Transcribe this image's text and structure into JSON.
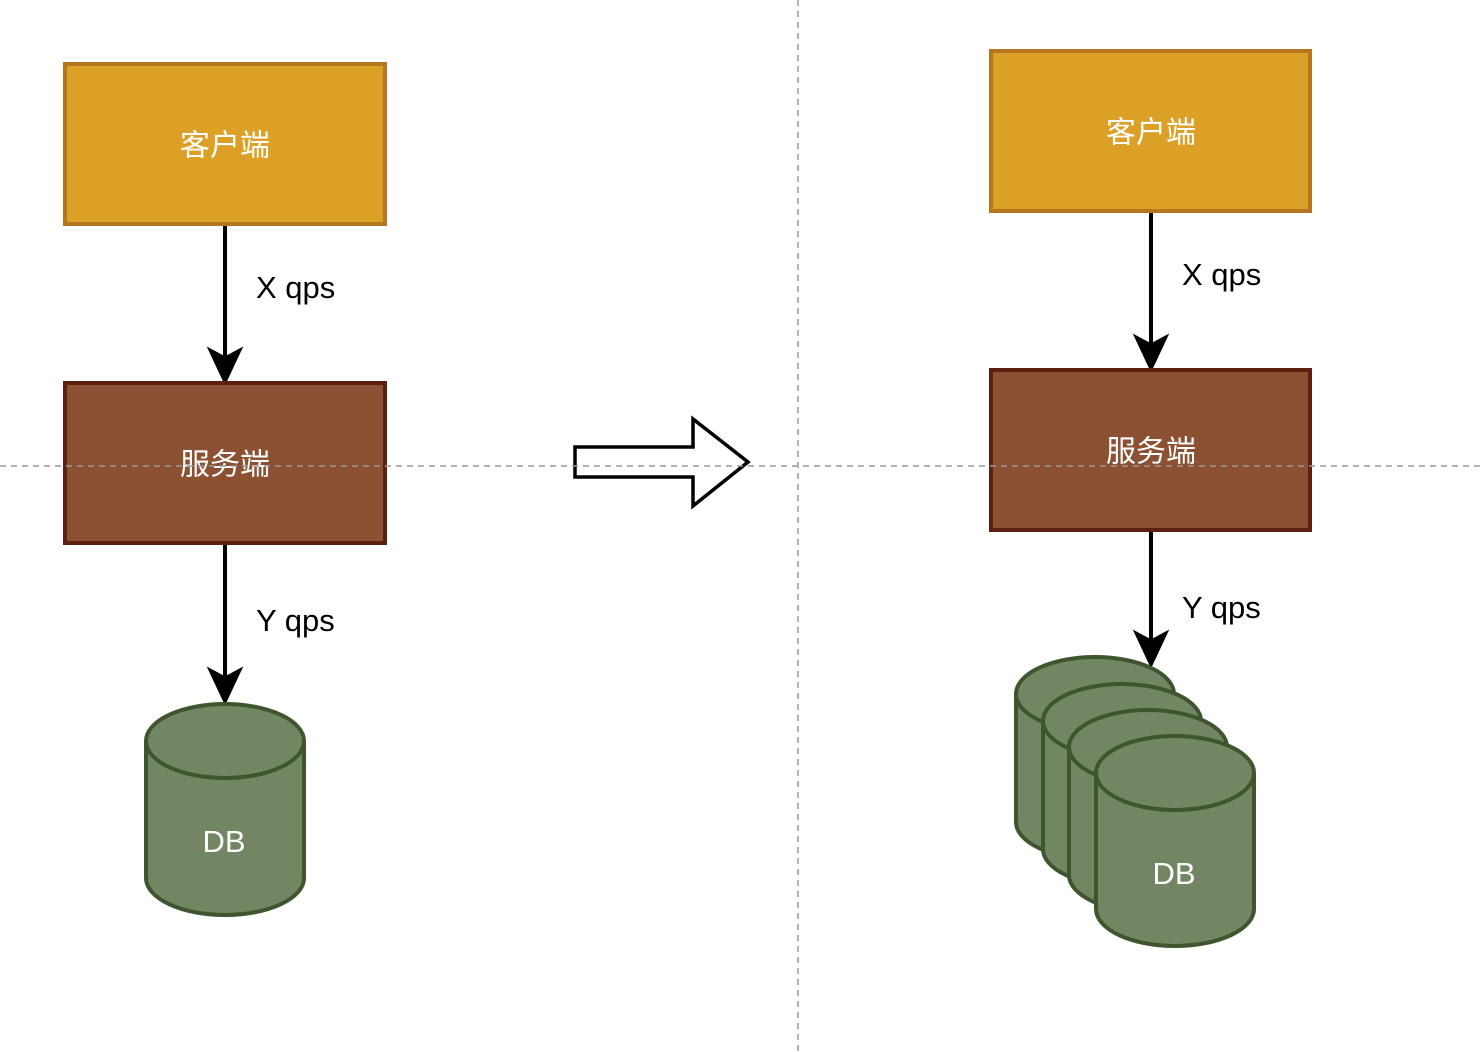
{
  "colors": {
    "client_fill": "#DDA027",
    "client_stroke": "#B5761F",
    "server_fill": "#8C5032",
    "server_stroke": "#5C2010",
    "db_fill": "#738664",
    "db_stroke": "#3F5530",
    "guide": "#999999",
    "edge": "#000000"
  },
  "left": {
    "client_label": "客户端",
    "server_label": "服务端",
    "db_label": "DB",
    "edge_client_server": "X qps",
    "edge_server_db": "Y qps"
  },
  "right": {
    "client_label": "客户端",
    "server_label": "服务端",
    "db_label": "DB",
    "edge_client_server": "X qps",
    "edge_server_db": "Y qps"
  },
  "transition": {
    "icon": "hollow-right-arrow"
  }
}
